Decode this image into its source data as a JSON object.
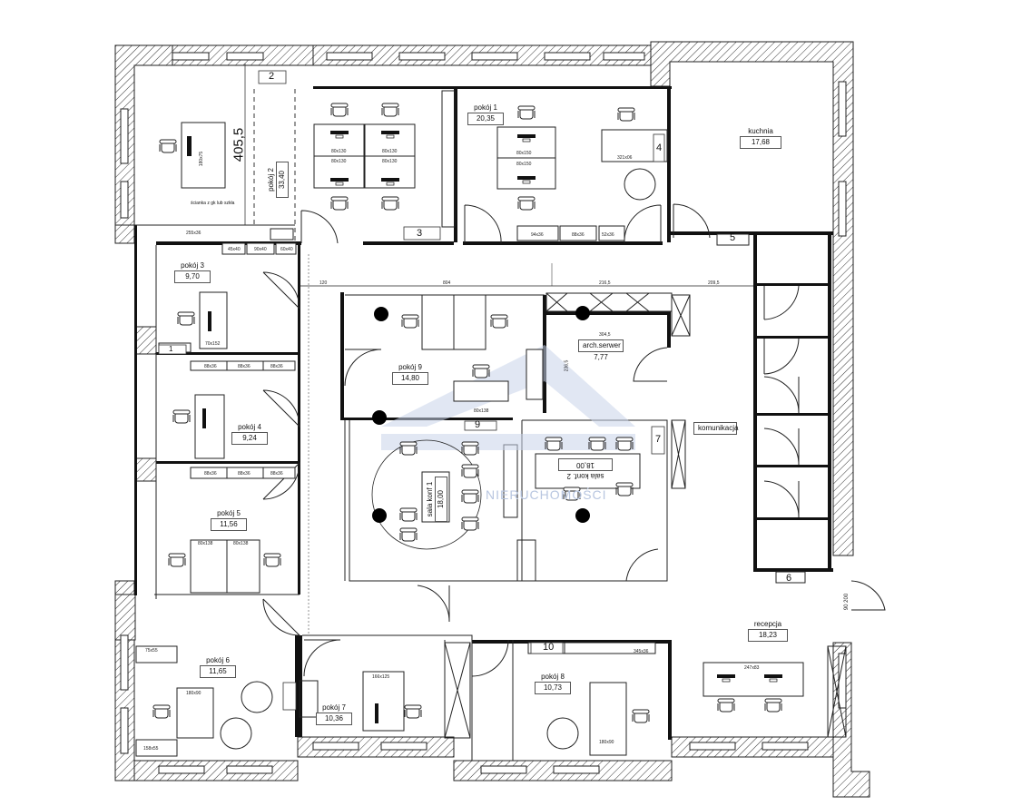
{
  "plan": {
    "rooms": [
      {
        "id": "pokoj-1",
        "name": "pokój 1",
        "area": "20,35"
      },
      {
        "id": "pokoj-2",
        "name": "pokój 2",
        "area": "33,40"
      },
      {
        "id": "kuchnia",
        "name": "kuchnia",
        "area": "17,68"
      },
      {
        "id": "pokoj-3",
        "name": "pokój 3",
        "area": "9,70"
      },
      {
        "id": "pokoj-9",
        "name": "pokój 9",
        "area": "14,80"
      },
      {
        "id": "arch-serwer",
        "name": "arch.serwer",
        "area": "7,77"
      },
      {
        "id": "pokoj-4",
        "name": "pokój 4",
        "area": "9,24"
      },
      {
        "id": "sala-konf-1",
        "name": "sala konf 1",
        "area": "18,00"
      },
      {
        "id": "sala-konf-2",
        "name": "sala konf. 2",
        "area": "18,00"
      },
      {
        "id": "pokoj-5",
        "name": "pokój 5",
        "area": "11,56"
      },
      {
        "id": "recepcja",
        "name": "recepcja",
        "area": "18,23"
      },
      {
        "id": "pokoj-6",
        "name": "pokój 6",
        "area": "11,65"
      },
      {
        "id": "pokoj-7",
        "name": "pokój 7",
        "area": "10,36"
      },
      {
        "id": "pokoj-8",
        "name": "pokój 8",
        "area": "10,73"
      }
    ],
    "komunikacja": "komunikacja",
    "big_dimension": "405,5",
    "wall_note": "ścianka z gk lub szkła",
    "markers": [
      "1",
      "2",
      "3",
      "4",
      "5",
      "6",
      "7",
      "9",
      "10"
    ],
    "furniture_labels": {
      "desk_80x130": "80x130",
      "desk_80x150": "80x150",
      "desk_80x138": "80x138",
      "desk_180x75": "180x75",
      "desk_70x152": "70x152",
      "desk_160x125": "166x125",
      "desk_180x90": "180x90",
      "desk_247x83": "247x83",
      "cabinet_255x36": "255x36",
      "cabinet_94x36": "94x36",
      "cabinet_88x36": "88x36",
      "cabinet_52x36": "52x36",
      "cabinet_45x40": "45x40",
      "cabinet_90x40": "90x40",
      "cabinet_60x40": "60x40",
      "cabinet_75x55": "75x55",
      "cabinet_158x55": "158x55",
      "cabinet_345x36": "345x36",
      "desk_321x06": "321x06"
    },
    "dimensions": [
      "120",
      "804",
      "216,5",
      "209,5",
      "304,5",
      "236,5"
    ],
    "entrance_dims": "90\n200",
    "watermark": "NIERUCHOMOŚCI"
  }
}
